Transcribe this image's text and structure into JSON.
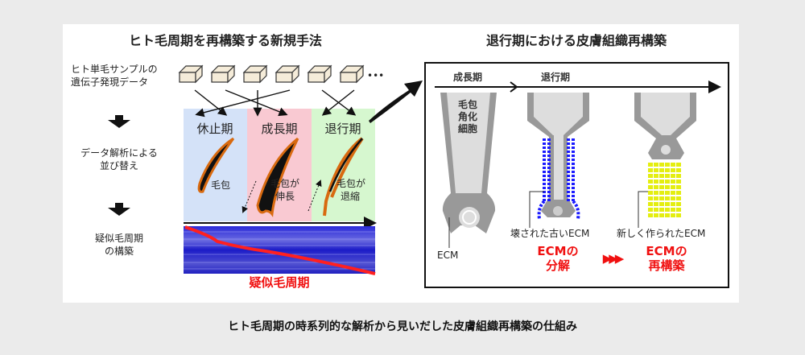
{
  "left": {
    "title": "ヒト毛周期を再構築する新規手法",
    "step1_line1": "ヒト単毛サンプルの",
    "step1_line2": "遺伝子発現データ",
    "step2_line1": "データ解析による",
    "step2_line2": "並び替え",
    "step3_line1": "疑似毛周期",
    "step3_line2": "の構築",
    "ellipsis": "•••",
    "phases": [
      {
        "label": "休止期",
        "note1": "毛包",
        "note2": "",
        "color": "#d4e2f8"
      },
      {
        "label": "成長期",
        "note1": "毛包が",
        "note2": "伸長",
        "color": "#f9c9d2"
      },
      {
        "label": "退行期",
        "note1": "毛包が",
        "note2": "退縮",
        "color": "#d6f7cf"
      }
    ],
    "heatmap_label": "疑似毛周期"
  },
  "right": {
    "title": "退行期における皮膚組織再構築",
    "timeline_1": "成長期",
    "timeline_2": "退行期",
    "cell_label_1": "毛包",
    "cell_label_2": "角化",
    "cell_label_3": "細胞",
    "ecm_label": "ECM",
    "old_ecm": "壊された古いECM",
    "new_ecm": "新しく作られたECM",
    "degrade_1": "ECMの",
    "degrade_2": "分解",
    "rebuild_1": "ECMの",
    "rebuild_2": "再構築",
    "chevrons": "▶▶▶"
  },
  "caption": "ヒト毛周期の時系列的な解析から見いだした皮膚組織再構築の仕組み",
  "colors": {
    "accent_red": "#f01010",
    "old_ecm": "#1a1aff",
    "new_ecm": "#e4ee10"
  }
}
